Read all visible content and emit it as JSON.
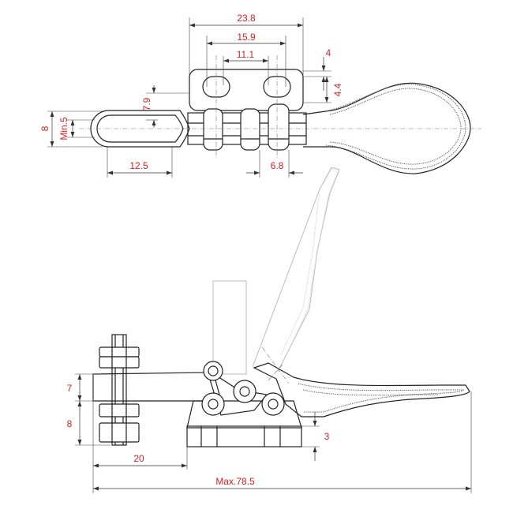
{
  "top_view": {
    "dimensions": {
      "overall_width": "23.8",
      "outer_slot_spacing": "15.9",
      "inner_slot_spacing": "11.1",
      "slot_offset": "4",
      "slot_length": "4.4",
      "spindle_height": "7.9",
      "spindle_width": "8",
      "min_slot": "Min.5",
      "spindle_reach": "12.5",
      "pivot_spacing": "6.8"
    }
  },
  "side_view": {
    "dimensions": {
      "arm_height": "7",
      "base_height": "8",
      "base_thickness": "3",
      "spindle_offset": "20",
      "max_length": "Max.78.5"
    }
  },
  "colors": {
    "dimension_text": "#d42020",
    "outline": "#222222",
    "ghost_outline": "#bbbbbb"
  }
}
